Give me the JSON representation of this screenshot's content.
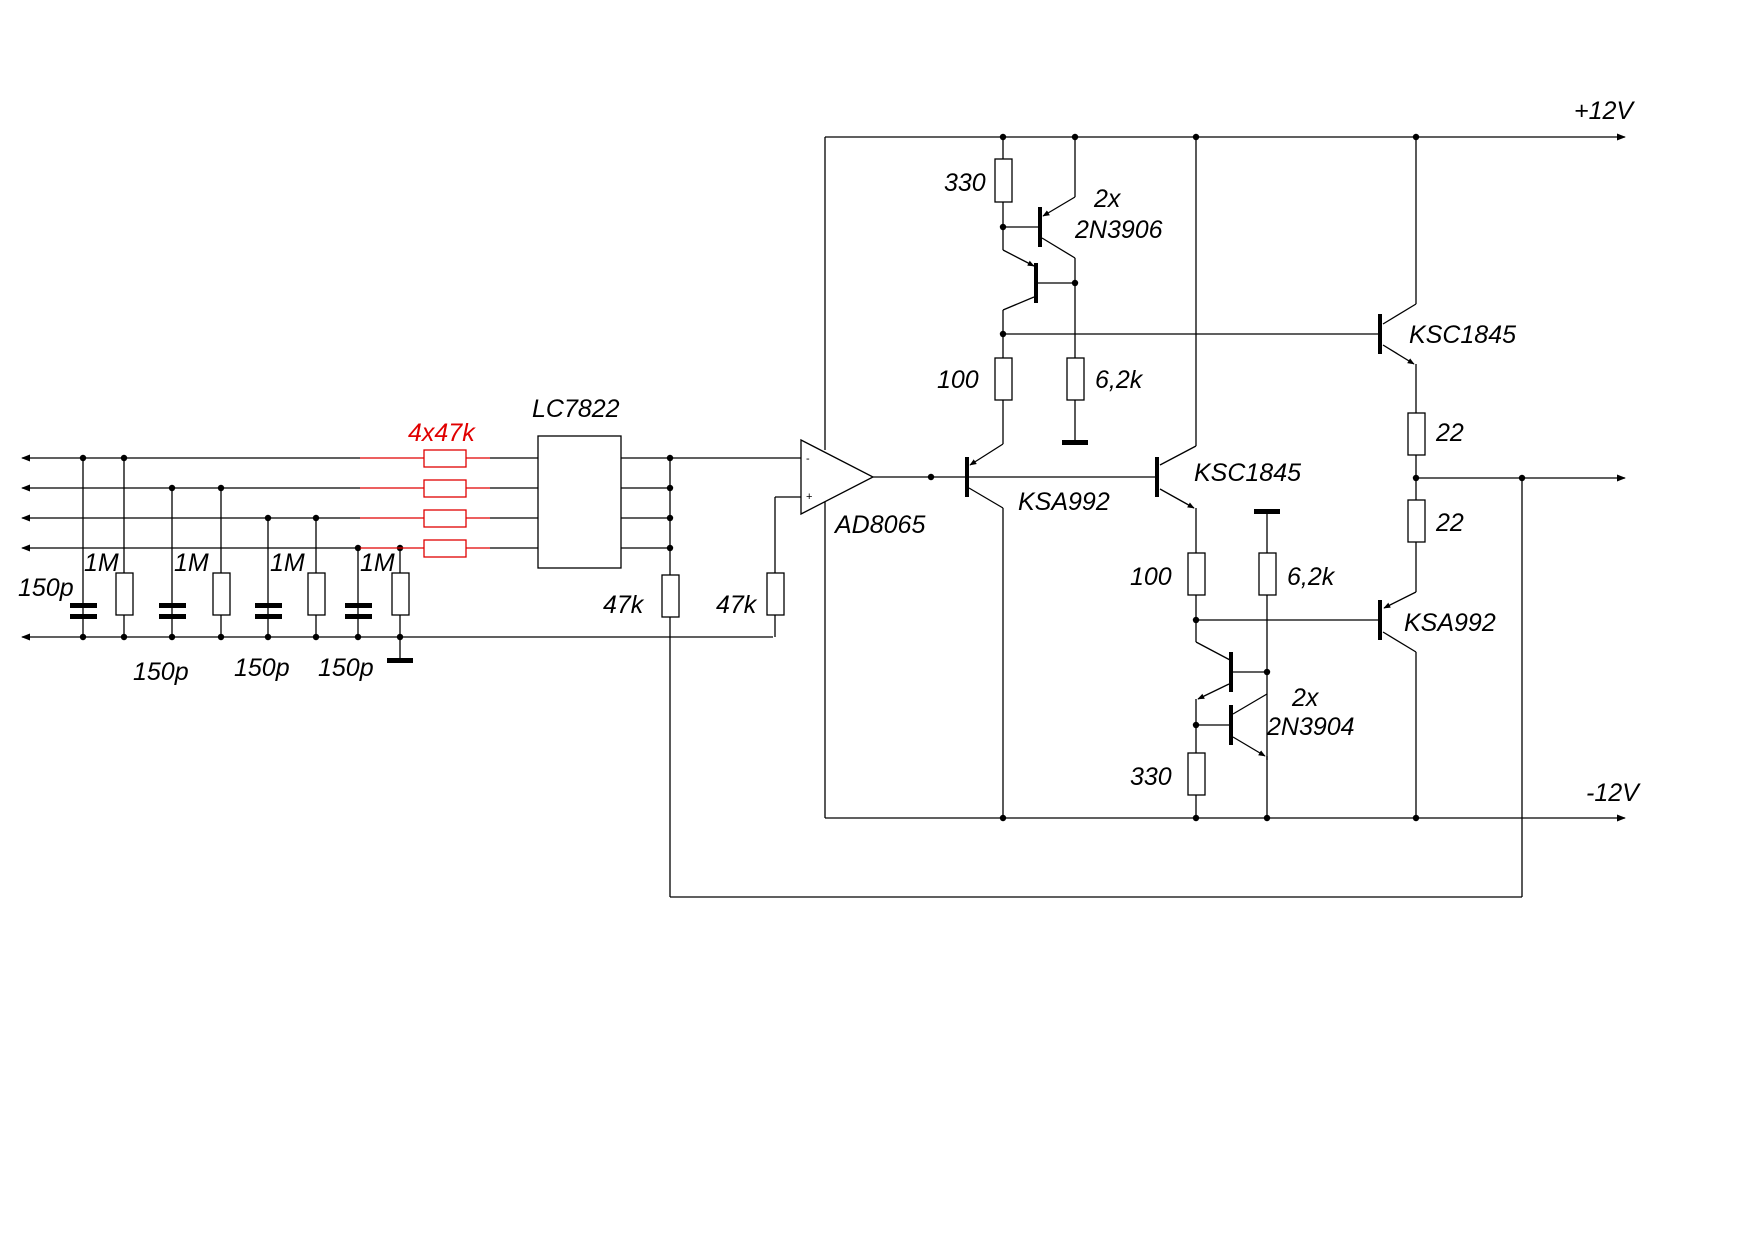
{
  "labels": {
    "vplus": "+12V",
    "vminus": "-12V",
    "input_resistors": "4x47k",
    "selector_ic": "LC7822",
    "opamp": "AD8065",
    "opamp_minus": "-",
    "opamp_plus": "+",
    "r_feedback": "47k",
    "r_bias": "47k",
    "in1_r": "1M",
    "in1_c": "150p",
    "in2_r": "1M",
    "in2_c": "150p",
    "in3_r": "1M",
    "in3_c": "150p",
    "in4_r": "1M",
    "in4_c": "150p",
    "r330_top": "330",
    "pnp_pair_count": "2x",
    "pnp_pair_part": "2N3906",
    "r100_top": "100",
    "r62k_top": "6,2k",
    "driver_pnp": "KSA992",
    "driver_npn": "KSC1845",
    "out_npn": "KSC1845",
    "r22_top": "22",
    "r22_bottom": "22",
    "r100_bottom": "100",
    "r62k_bottom": "6,2k",
    "out_pnp": "KSA992",
    "npn_pair_count": "2x",
    "npn_pair_part": "2N3904",
    "r330_bottom": "330"
  },
  "colors": {
    "wire": "#000000",
    "highlight": "#e00000",
    "background": "#ffffff"
  }
}
